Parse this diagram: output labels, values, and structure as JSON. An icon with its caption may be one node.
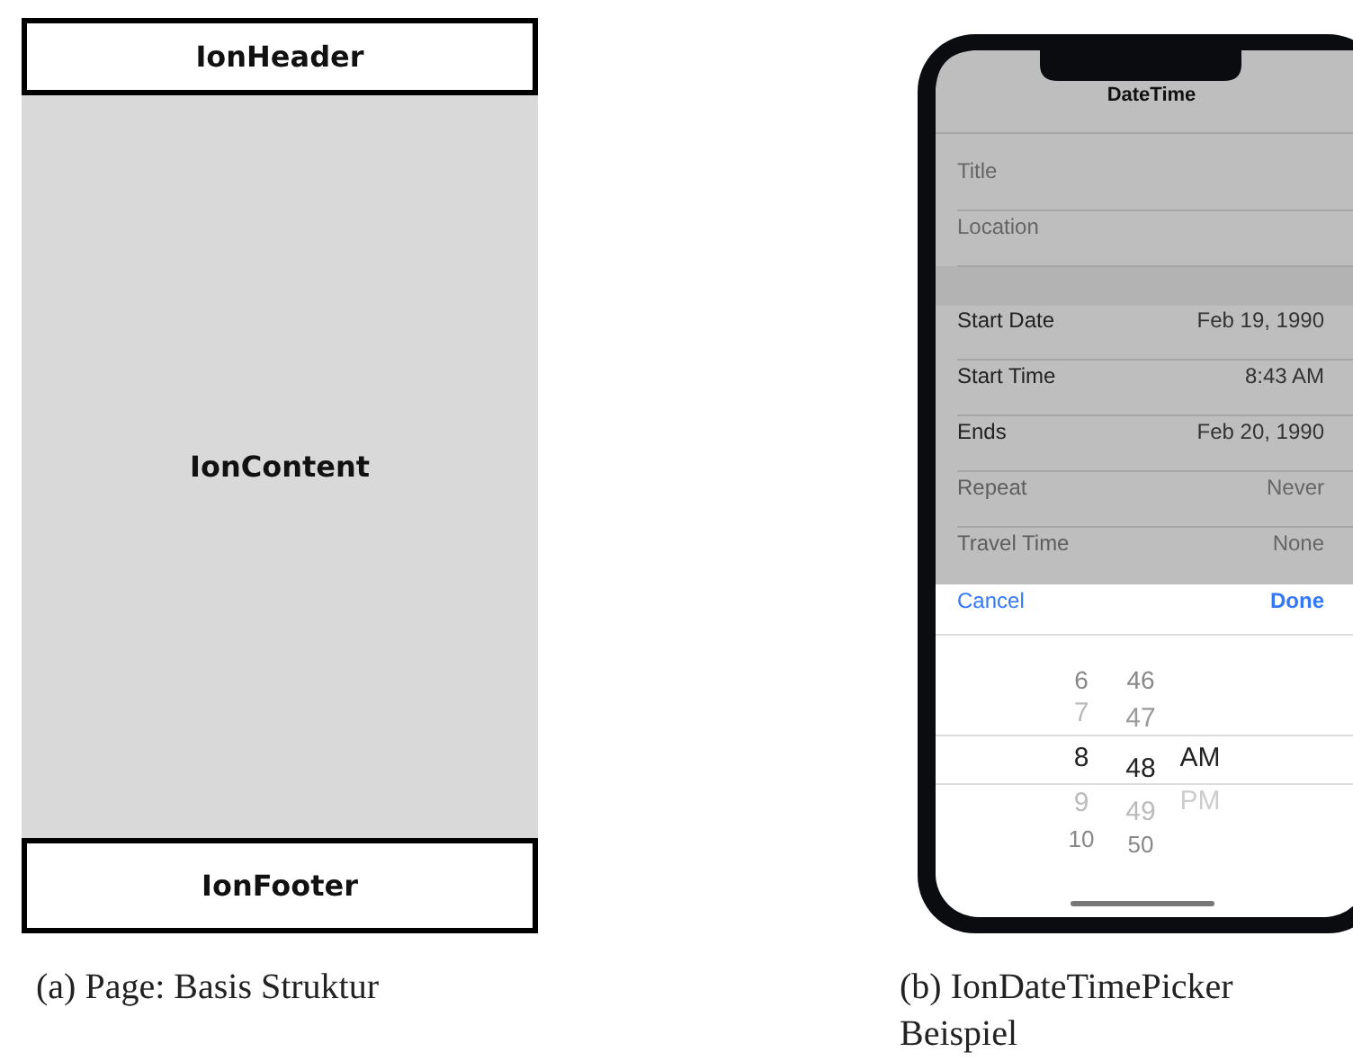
{
  "diagram": {
    "nodes": [
      {
        "text": [
          "IonHeader"
        ]
      },
      {
        "text": [
          "IonContent"
        ]
      },
      {
        "text": [
          "IonFooter"
        ]
      }
    ],
    "labels": [
      "DateTime",
      "Title",
      "Location",
      "Start Date",
      "Feb 19, 1990",
      "Start Time",
      "8:43 AM",
      "Ends",
      "Feb 20, 1990",
      "Repeat",
      "Never",
      "Travel Time",
      "None",
      "Cancel",
      "Done",
      "6",
      "46",
      "7",
      "47",
      "8",
      "48",
      "AM",
      "9",
      "49",
      "PM",
      "10",
      "50",
      "(a) Page: Basis Struktur",
      "(b) IonDateTimePicker Beispiel"
    ]
  }
}
